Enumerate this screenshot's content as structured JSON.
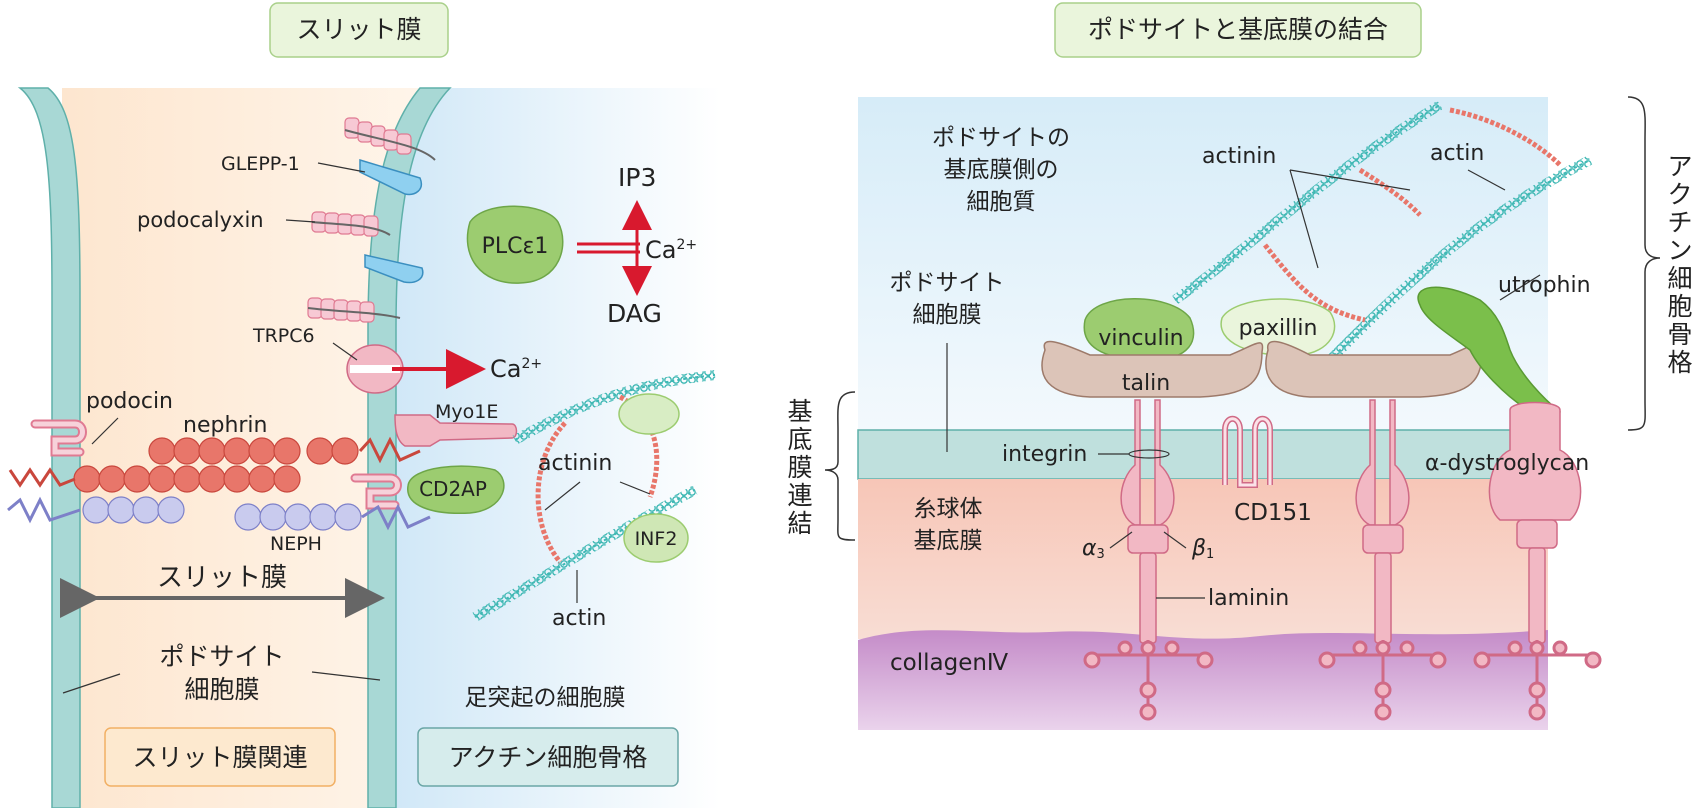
{
  "left_panel": {
    "header": "スリット膜",
    "glepp1": "GLEPP-1",
    "podocalyxin": "podocalyxin",
    "trpc6": "TRPC6",
    "podocin": "podocin",
    "nephrin": "nephrin",
    "neph": "NEPH",
    "myo1e": "Myo1E",
    "cd2ap": "CD2AP",
    "actinin": "actinin",
    "inf2": "INF2",
    "actin": "actin",
    "plc": "PLCε1",
    "ip3": "IP3",
    "dag": "DAG",
    "ca_top": "Ca",
    "ca_top_sup": "2+",
    "ca_mid": "Ca",
    "ca_mid_sup": "2+",
    "slit_arrow_label": "スリット膜",
    "podocyte_membrane_1": "ポドサイト",
    "podocyte_membrane_2": "細胞膜",
    "foot_process_membrane": "足突起の細胞膜",
    "legend_slit": "スリット膜関連",
    "legend_actin": "アクチン細胞骨格"
  },
  "right_panel": {
    "header": "ポドサイトと基底膜の結合",
    "cytoplasm_1": "ポドサイトの",
    "cytoplasm_2": "基底膜側の",
    "cytoplasm_3": "細胞質",
    "membrane_1": "ポドサイト",
    "membrane_2": "細胞膜",
    "actinin": "actinin",
    "actin": "actin",
    "vinculin": "vinculin",
    "paxillin": "paxillin",
    "talin": "talin",
    "utrophin": "utrophin",
    "integrin": "integrin",
    "cd151": "CD151",
    "dystroglycan": "α-dystroglycan",
    "gbm_1": "糸球体",
    "gbm_2": "基底膜",
    "alpha": "α",
    "alpha_sub": "3",
    "beta": "β",
    "beta_sub": "1",
    "laminin": "laminin",
    "collagen": "collagenⅣ",
    "bracket_left": [
      "基",
      "底",
      "膜",
      "連",
      "結"
    ],
    "bracket_right": [
      "ア",
      "ク",
      "チ",
      "ン",
      "細",
      "胞",
      "骨",
      "格"
    ]
  },
  "colors": {
    "membrane": "#a8d8d5",
    "membrane_stroke": "#5fb0aa",
    "nephrin": "#e8766a",
    "neph": "#c9cbee",
    "green_protein": "#9ccc70",
    "pink_protein": "#f2b8c4",
    "red_arrow": "#d8192e",
    "actin": "#3fb8b4",
    "gbm": "#f6c8bb",
    "collagen": "#c48fc9",
    "talin": "#dcc4b8"
  }
}
